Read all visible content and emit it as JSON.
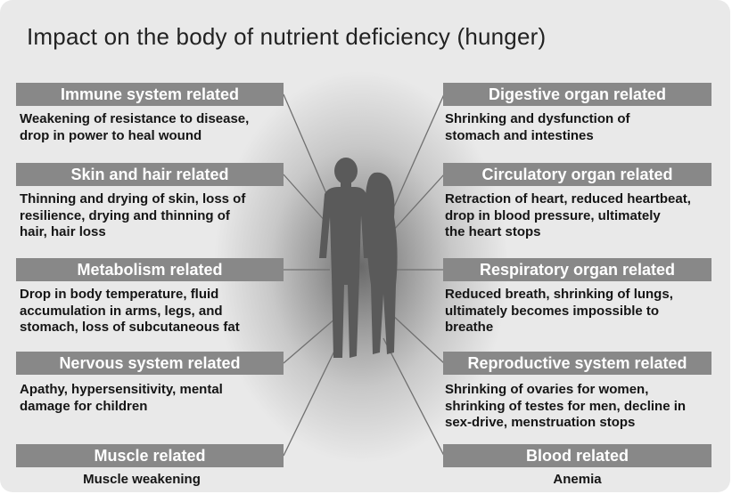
{
  "title": "Impact on the body of nutrient deficiency (hunger)",
  "left": [
    {
      "header": "Immune system related",
      "lines": [
        "Weakening of resistance to disease,",
        "drop in power to heal wound"
      ]
    },
    {
      "header": "Skin and hair related",
      "lines": [
        "Thinning and drying of skin, loss of",
        "resilience, drying and thinning of",
        "hair, hair loss"
      ]
    },
    {
      "header": "Metabolism related",
      "lines": [
        "Drop in body temperature, fluid",
        "accumulation in arms, legs, and",
        "stomach, loss of subcutaneous fat"
      ]
    },
    {
      "header": "Nervous system related",
      "lines": [
        "Apathy, hypersensitivity, mental",
        "damage for children"
      ]
    },
    {
      "header": "Muscle related",
      "lines": [
        "Muscle weakening"
      ]
    }
  ],
  "right": [
    {
      "header": "Digestive organ related",
      "lines": [
        "Shrinking and dysfunction of",
        "stomach and intestines"
      ]
    },
    {
      "header": "Circulatory organ related",
      "lines": [
        "Retraction of heart, reduced heartbeat,",
        "drop in blood pressure, ultimately",
        "the heart stops"
      ]
    },
    {
      "header": "Respiratory organ related",
      "lines": [
        "Reduced breath, shrinking of lungs,",
        "ultimately becomes impossible to",
        "breathe"
      ]
    },
    {
      "header": "Reproductive system related",
      "lines": [
        "Shrinking of ovaries for women,",
        "shrinking of testes for men, decline in",
        "sex-drive, menstruation stops"
      ]
    },
    {
      "header": "Blood related",
      "lines": [
        "Anemia"
      ]
    }
  ]
}
